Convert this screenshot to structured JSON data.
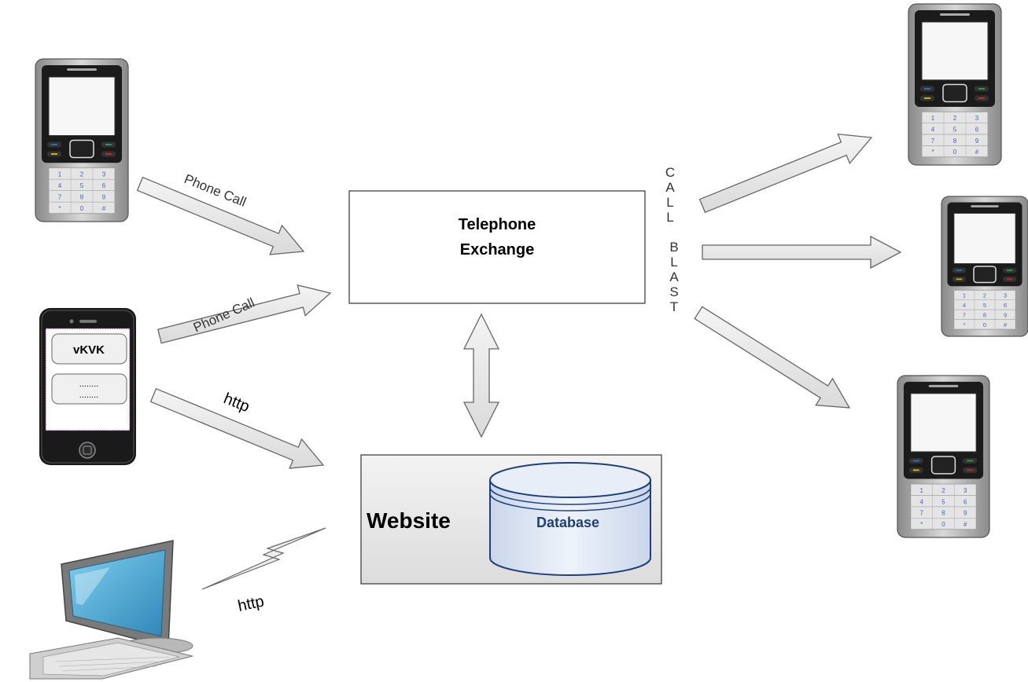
{
  "diagram": {
    "exchange": {
      "line1": "Telephone",
      "line2": "Exchange"
    },
    "website": {
      "label": "Website"
    },
    "database": {
      "label": "Database"
    },
    "smartphone": {
      "app_button": "vKVK",
      "dots_line1": "........",
      "dots_line2": "........"
    },
    "arrows": {
      "phone_call_top": "Phone Call",
      "phone_call_mid": "Phone Call",
      "http_smartphone": "http",
      "http_computer": "http"
    },
    "call_blast_letters": [
      "C",
      "A",
      "L",
      "L",
      "",
      "B",
      "L",
      "A",
      "S",
      "T"
    ],
    "keypad_keys": [
      "1",
      "2",
      "3",
      "4",
      "5",
      "6",
      "7",
      "8",
      "9",
      "*",
      "0",
      "#"
    ]
  }
}
